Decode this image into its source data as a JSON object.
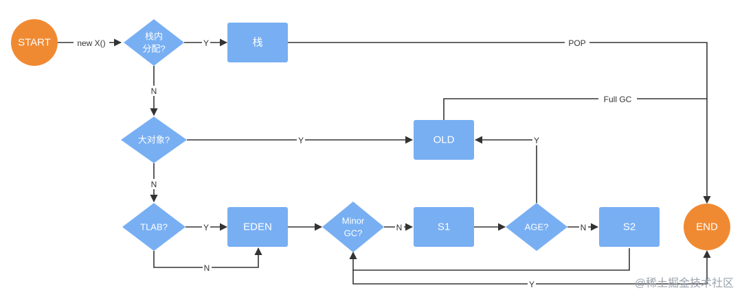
{
  "nodes": {
    "start": {
      "label": "START",
      "color": "#F08A32"
    },
    "stack_check_1": {
      "label": "栈内"
    },
    "stack_check_2": {
      "label": "分配?"
    },
    "stack": {
      "label": "栈"
    },
    "big_object": {
      "label": "大对象?"
    },
    "old": {
      "label": "OLD"
    },
    "tlab": {
      "label": "TLAB?"
    },
    "eden": {
      "label": "EDEN"
    },
    "minor_gc_1": {
      "label": "Minor"
    },
    "minor_gc_2": {
      "label": "GC?"
    },
    "s1": {
      "label": "S1"
    },
    "age": {
      "label": "AGE?"
    },
    "s2": {
      "label": "S2"
    },
    "end": {
      "label": "END",
      "color": "#F08A32"
    }
  },
  "edges": {
    "new_x": "new X()",
    "stack_yes": "Y",
    "stack_no": "N",
    "pop": "POP",
    "full_gc": "Full GC",
    "big_yes": "Y",
    "big_no": "N",
    "tlab_yes": "Y",
    "tlab_no": "N",
    "minor_no": "N",
    "age_yes": "Y",
    "age_no": "N",
    "s2_loop_yes": "Y"
  },
  "colors": {
    "node_fill": "#78AFF3",
    "terminal_fill": "#F08A32",
    "edge": "#333333"
  },
  "watermark": "@稀土掘金技术社区"
}
